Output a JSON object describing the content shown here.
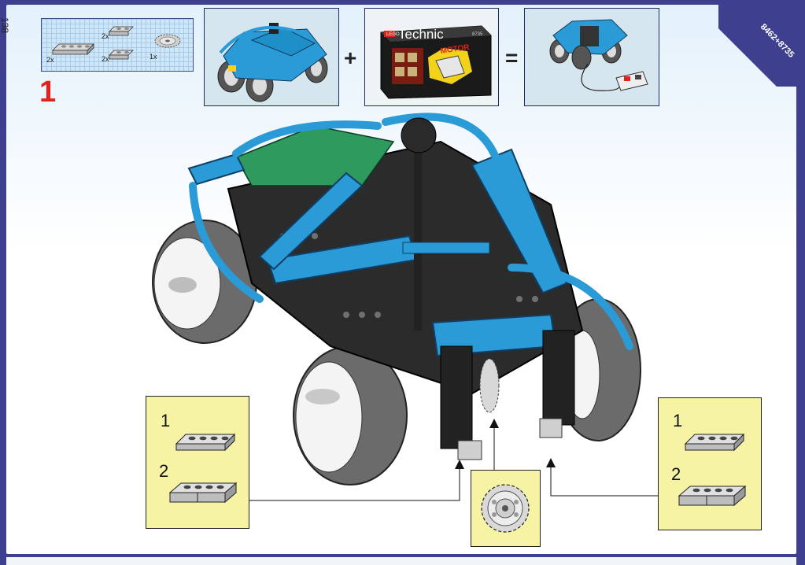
{
  "page": {
    "page_number": "138",
    "step_number": "1",
    "kit_badge": "8462+8735"
  },
  "parts_list": [
    {
      "qty": "2x",
      "part": "1x4 plate"
    },
    {
      "qty": "2x",
      "part": "1x2 plate"
    },
    {
      "qty": "2x",
      "part": "1x2 plate"
    },
    {
      "qty": "1x",
      "part": "24-tooth gear"
    }
  ],
  "equation": {
    "plus": "+",
    "equals": "=",
    "box_brand": "LEGO",
    "box_title": "Technic",
    "box_subtitle": "MOTOR",
    "box_number": "8735"
  },
  "callout_left": {
    "steps": [
      "1",
      "2"
    ]
  },
  "callout_right": {
    "steps": [
      "1",
      "2"
    ]
  },
  "colors": {
    "border_navy": "#3e3f8f",
    "step_red": "#e0221b",
    "technic_blue": "#2a9bd6",
    "callout_yellow": "#f6f3a5"
  }
}
